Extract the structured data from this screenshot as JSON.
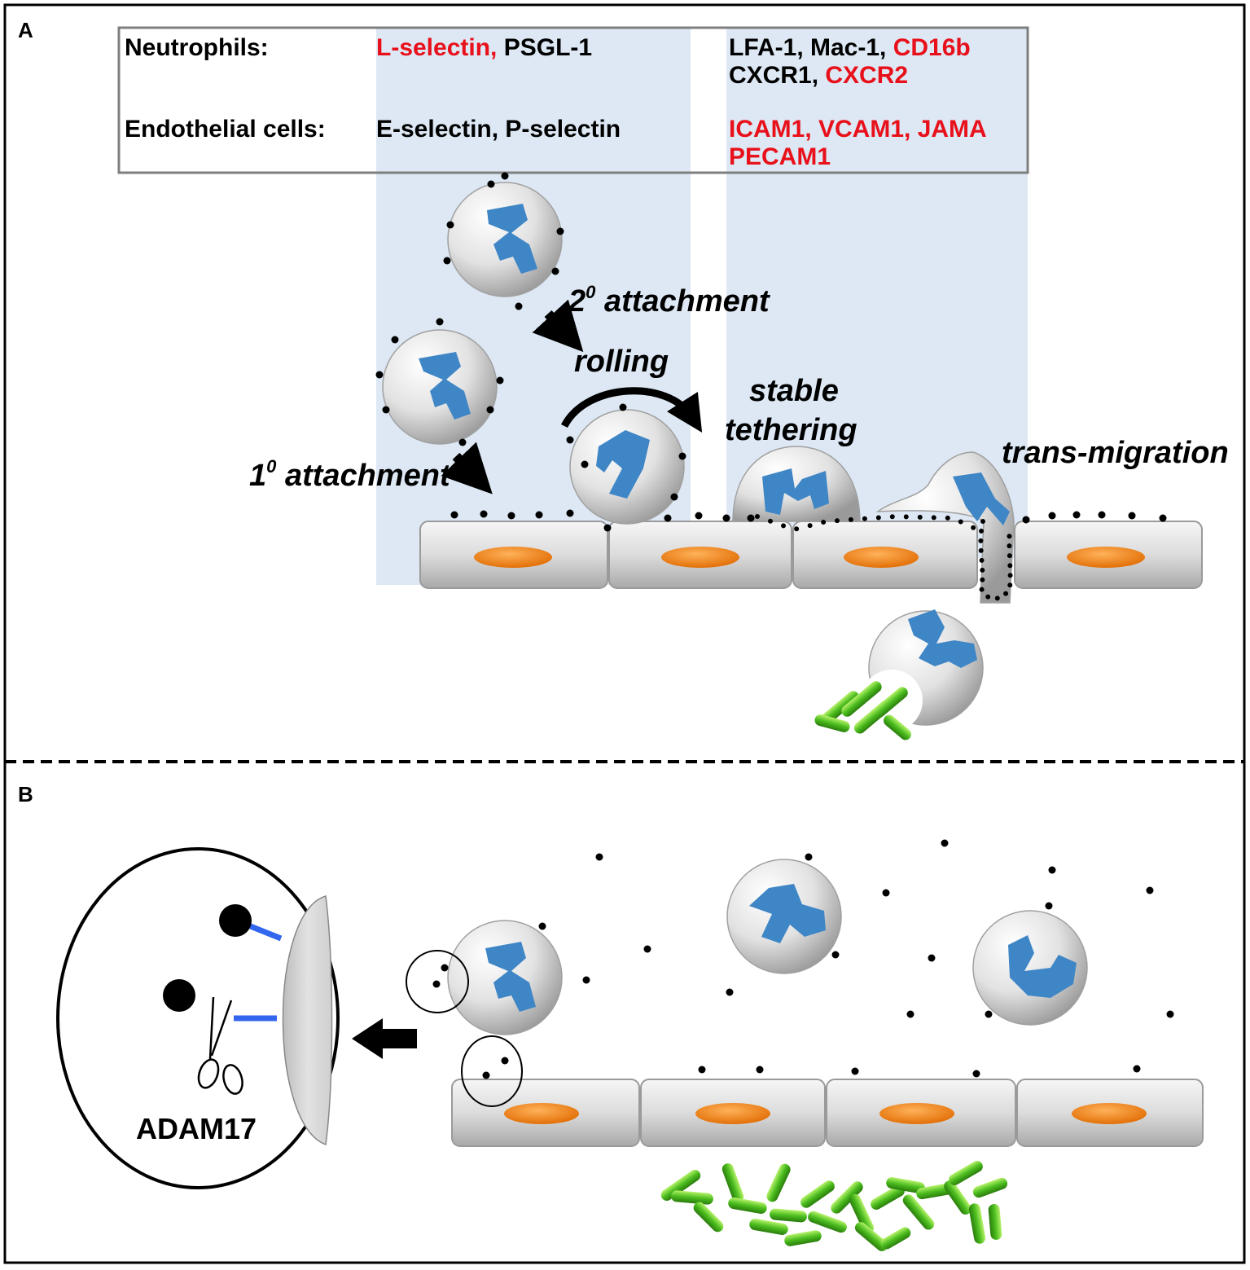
{
  "panel_a": {
    "label": "A",
    "table": {
      "neutrophils_label": "Neutrophils:",
      "endothelial_label": "Endothelial cells:",
      "neut_early_red": "L-selectin,",
      "neut_early_black": " PSGL-1",
      "neut_late_line1_black": "LFA-1, Mac-1, ",
      "neut_late_line1_red": "CD16b",
      "neut_late_line2_black": "CXCR1, ",
      "neut_late_line2_red": "CXCR2",
      "endo_early": "E-selectin, P-selectin",
      "endo_late_line1": "ICAM1, VCAM1, JAMA",
      "endo_late_line2": "PECAM1"
    },
    "steps": {
      "secondary_prefix": "2",
      "secondary_sup": "0",
      "secondary_text": " attachment",
      "primary_prefix": "1",
      "primary_sup": "0",
      "primary_text": " attachment",
      "rolling": "rolling",
      "stable_line1": "stable",
      "stable_line2": "tethering",
      "transmigration": "trans-migration"
    }
  },
  "panel_b": {
    "label": "B",
    "enzyme": "ADAM17"
  },
  "colors": {
    "highlight_band": "#dde8f4",
    "red_text": "#e8101a",
    "nucleus": "#f07c12",
    "cell_gray": "#d9d9d9",
    "granule_blue": "#3f86c6",
    "bacteria_green": "#4cbd1f",
    "tether_blue": "#3366ee"
  }
}
